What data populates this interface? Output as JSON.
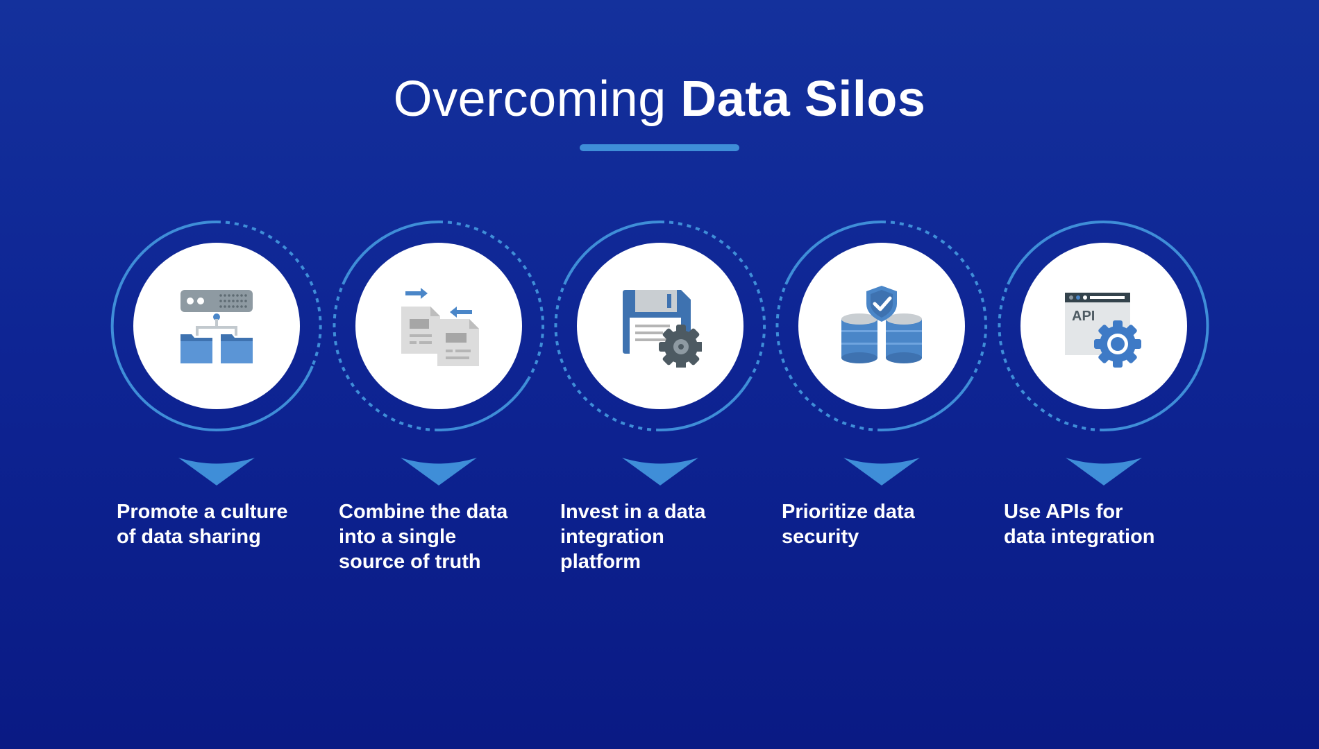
{
  "title": {
    "part1": "Overcoming",
    "part2": "Data Silos"
  },
  "steps": [
    {
      "label": "Promote a culture\nof data sharing",
      "icon": "server-folders-icon"
    },
    {
      "label": "Combine the data\ninto a single\nsource of truth",
      "icon": "document-exchange-icon"
    },
    {
      "label": "Invest in a data\nintegration\nplatform",
      "icon": "floppy-gear-icon"
    },
    {
      "label": "Prioritize data\nsecurity",
      "icon": "shield-database-icon"
    },
    {
      "label": "Use APIs for\ndata integration",
      "icon": "api-gear-icon"
    }
  ],
  "api_icon_text": "API",
  "colors": {
    "background_top": "#14319c",
    "background_bottom": "#0a1a84",
    "accent": "#3f8ed8",
    "icon_blue": "#4a86c8",
    "icon_gray": "#8e9aa2"
  }
}
